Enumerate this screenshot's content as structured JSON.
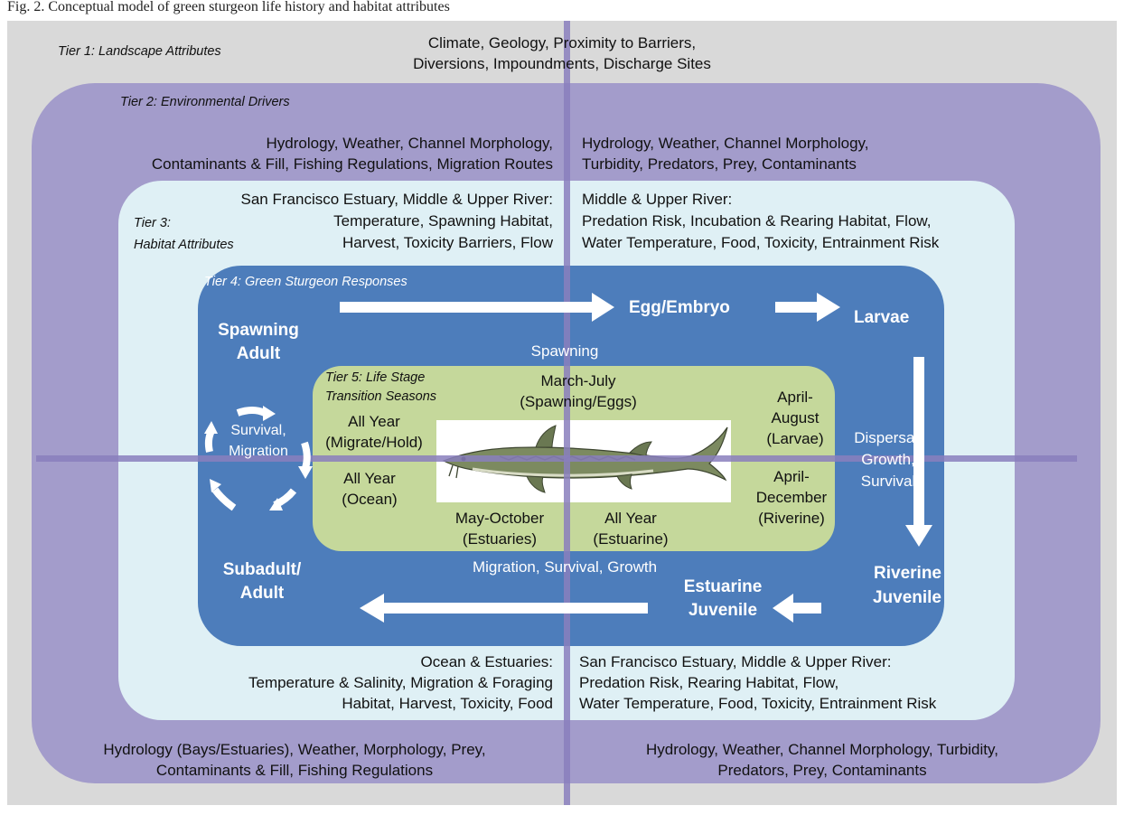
{
  "caption": "Fig. 2. Conceptual model of green sturgeon life history and habitat attributes",
  "tier1": {
    "label": "Tier 1: Landscape Attributes",
    "line1": "Climate, Geology, Proximity to Barriers,",
    "line2": "Diversions, Impoundments, Discharge Sites"
  },
  "tier2": {
    "label": "Tier 2: Environmental Drivers",
    "top_left": [
      "Hydrology, Weather, Channel Morphology,",
      "Contaminants & Fill, Fishing Regulations, Migration Routes"
    ],
    "top_right": [
      "Hydrology, Weather, Channel Morphology,",
      "Turbidity, Predators, Prey, Contaminants"
    ],
    "bottom_left": [
      "Hydrology (Bays/Estuaries), Weather, Morphology, Prey,",
      "Contaminants & Fill, Fishing Regulations"
    ],
    "bottom_right": [
      "Hydrology, Weather, Channel Morphology, Turbidity,",
      "Predators, Prey, Contaminants"
    ]
  },
  "tier3": {
    "label_line1": "Tier 3:",
    "label_line2": "Habitat Attributes",
    "top_left": [
      "San Francisco Estuary, Middle & Upper River:",
      "Temperature, Spawning Habitat,",
      "Harvest, Toxicity Barriers, Flow"
    ],
    "top_right": [
      "Middle & Upper River:",
      "Predation Risk, Incubation & Rearing Habitat, Flow,",
      "Water Temperature, Food, Toxicity, Entrainment Risk"
    ],
    "bottom_left": [
      "Ocean & Estuaries:",
      "Temperature & Salinity, Migration & Foraging",
      "Habitat, Harvest, Toxicity, Food"
    ],
    "bottom_right": [
      "San Francisco Estuary, Middle & Upper River:",
      "Predation Risk, Rearing Habitat, Flow,",
      "Water Temperature, Food, Toxicity, Entrainment Risk"
    ]
  },
  "tier4": {
    "label": "Tier 4: Green Sturgeon Responses",
    "stages": {
      "spawning_adult": [
        "Spawning",
        "Adult"
      ],
      "egg_embryo": "Egg/Embryo",
      "larvae": "Larvae",
      "riverine_juvenile": [
        "Riverine",
        "Juvenile"
      ],
      "estuarine_juvenile": [
        "Estuarine",
        "Juvenile"
      ],
      "subadult_adult": [
        "Subadult/",
        "Adult"
      ]
    },
    "processes": {
      "spawning": "Spawning",
      "dispersal": [
        "Dispersal,",
        "Growth,",
        "Survival"
      ],
      "migration": "Migration, Survival, Growth",
      "survival_migration": [
        "Survival,",
        "Migration"
      ]
    }
  },
  "tier5": {
    "label_line1": "Tier 5: Life Stage",
    "label_line2": "Transition Seasons",
    "spawning_eggs": [
      "March-July",
      "(Spawning/Eggs)"
    ],
    "larvae": [
      "April-",
      "August",
      "(Larvae)"
    ],
    "migrate_hold": [
      "All Year",
      "(Migrate/Hold)"
    ],
    "ocean": [
      "All Year",
      "(Ocean)"
    ],
    "riverine": [
      "April-",
      "December",
      "(Riverine)"
    ],
    "estuaries": [
      "May-October",
      "(Estuaries)"
    ],
    "estuarine": [
      "All Year",
      "(Estuarine)"
    ]
  },
  "colors": {
    "tier1": "#d9d9d9",
    "tier2": "#a39ccb",
    "tier3": "#dff0f5",
    "tier4": "#4d7dbb",
    "tier5": "#c5d89b"
  },
  "icons": {
    "fish": "green-sturgeon-illustration"
  }
}
